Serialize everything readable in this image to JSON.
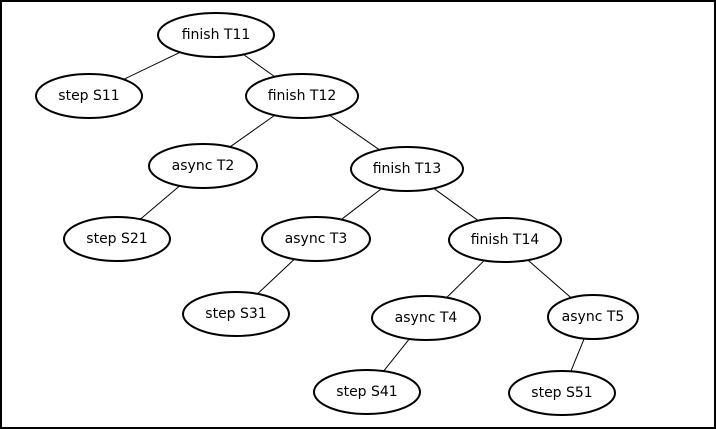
{
  "diagram": {
    "type": "tree",
    "nodes": [
      {
        "id": "n1",
        "label": "finish T11"
      },
      {
        "id": "n2",
        "label": "step S11"
      },
      {
        "id": "n3",
        "label": "finish T12"
      },
      {
        "id": "n4",
        "label": "async T2"
      },
      {
        "id": "n5",
        "label": "step S21"
      },
      {
        "id": "n6",
        "label": "finish T13"
      },
      {
        "id": "n7",
        "label": "async T3"
      },
      {
        "id": "n8",
        "label": "step S31"
      },
      {
        "id": "n9",
        "label": "finish T14"
      },
      {
        "id": "n10",
        "label": "async T4"
      },
      {
        "id": "n11",
        "label": "step S41"
      },
      {
        "id": "n12",
        "label": "async T5"
      },
      {
        "id": "n13",
        "label": "step S51"
      }
    ],
    "edges": [
      [
        "n1",
        "n2"
      ],
      [
        "n1",
        "n3"
      ],
      [
        "n3",
        "n4"
      ],
      [
        "n3",
        "n6"
      ],
      [
        "n4",
        "n5"
      ],
      [
        "n6",
        "n7"
      ],
      [
        "n6",
        "n9"
      ],
      [
        "n7",
        "n8"
      ],
      [
        "n9",
        "n10"
      ],
      [
        "n9",
        "n12"
      ],
      [
        "n10",
        "n11"
      ],
      [
        "n12",
        "n13"
      ]
    ]
  }
}
